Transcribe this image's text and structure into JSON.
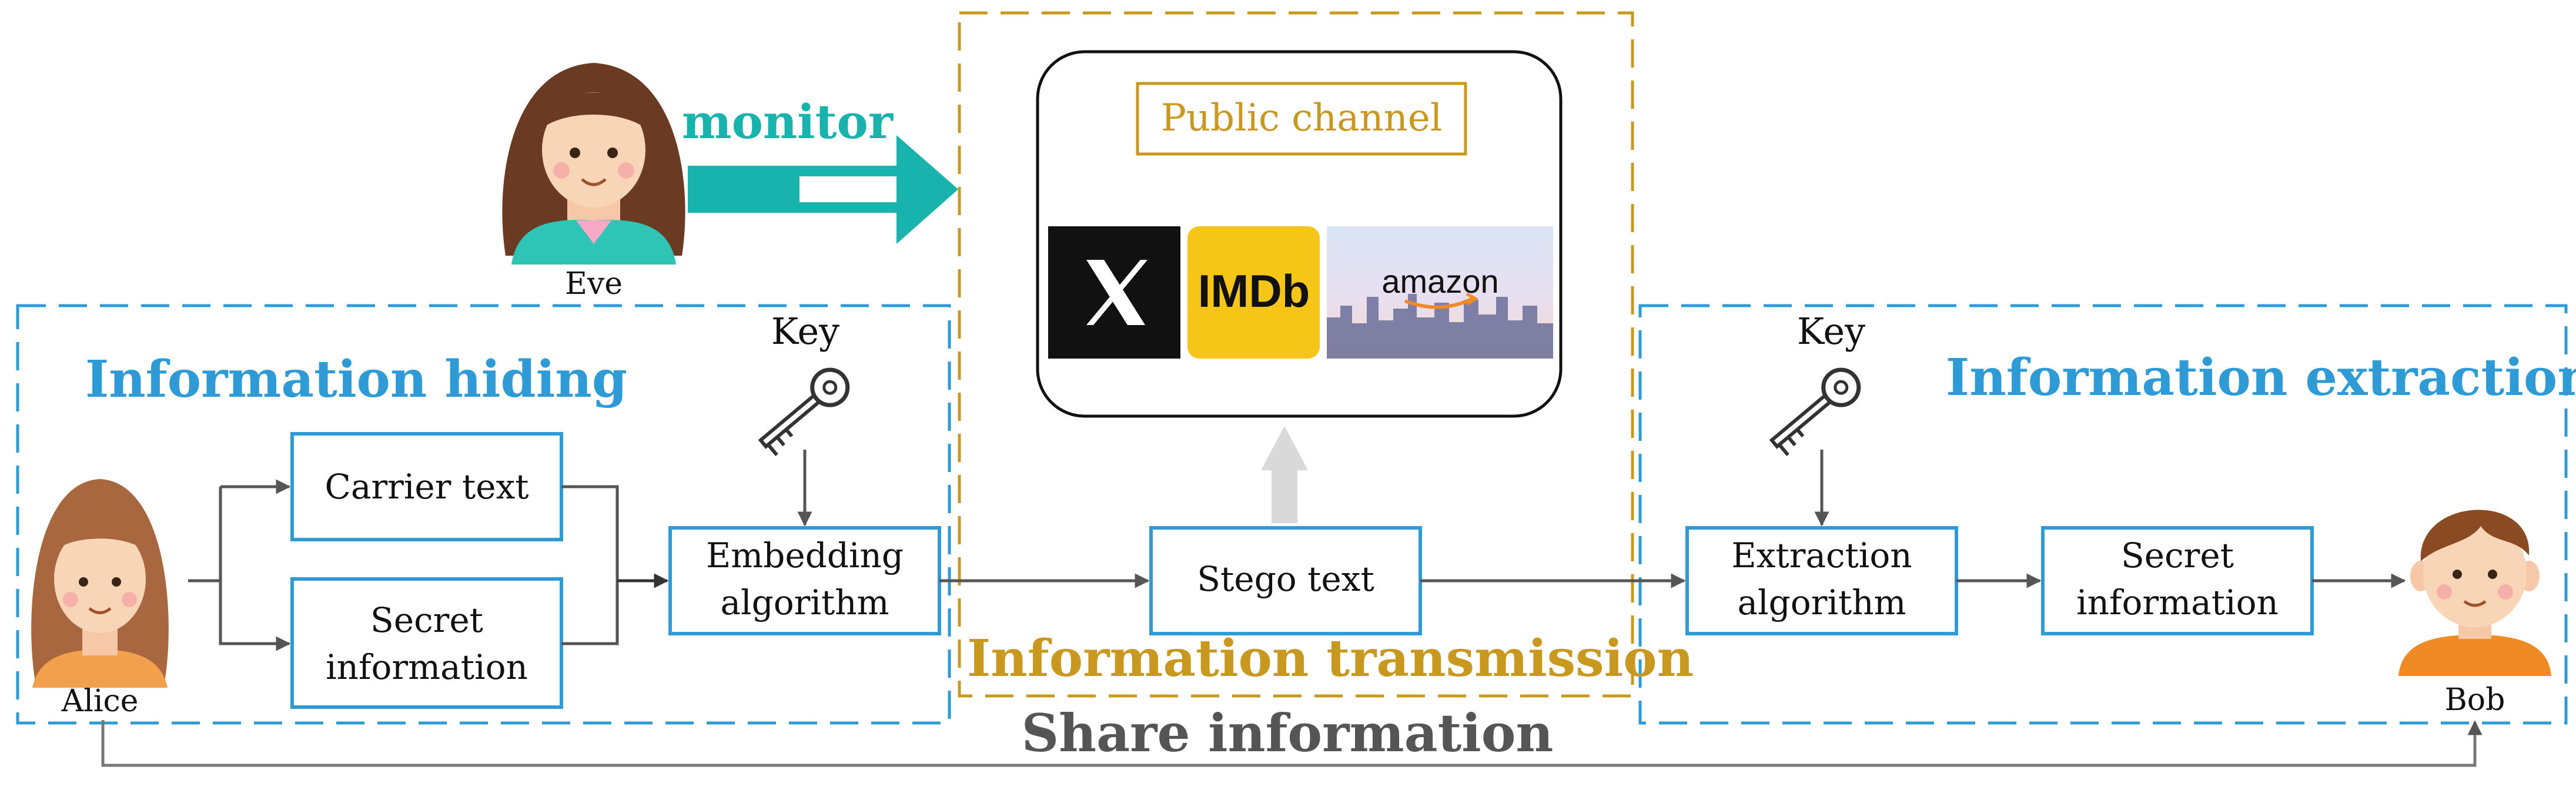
{
  "characters": {
    "eve": "Eve",
    "alice": "Alice",
    "bob": "Bob"
  },
  "monitor_label": "monitor",
  "sections": {
    "hiding": "Information hiding",
    "transmission": "Information transmission",
    "extraction": "Information extraction"
  },
  "public_channel": {
    "title": "Public channel",
    "platforms": [
      "X",
      "IMDb",
      "amazon"
    ]
  },
  "boxes": {
    "carrier_text": "Carrier text",
    "secret_info_left": [
      "Secret",
      "information"
    ],
    "embedding": [
      "Embedding",
      "algorithm"
    ],
    "stego_text": "Stego text",
    "extraction": [
      "Extraction",
      "algorithm"
    ],
    "secret_info_right": [
      "Secret",
      "information"
    ]
  },
  "key_label": "Key",
  "share_label": "Share information",
  "colors": {
    "blue": "#2e9bd6",
    "gold": "#c9981f",
    "teal": "#19b3ad",
    "gray_arrow": "#555555",
    "imdb_yellow": "#f5c518"
  }
}
